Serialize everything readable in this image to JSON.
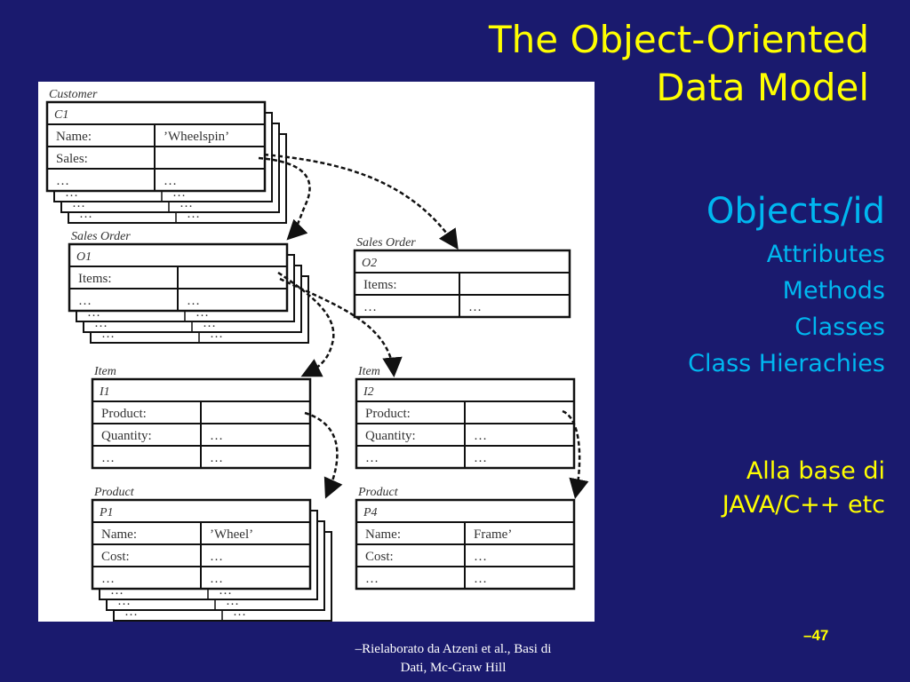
{
  "slide": {
    "title_line1": "The Object-Oriented",
    "title_line2": "Data Model",
    "topic": "Objects/id",
    "topics": [
      "Attributes",
      "Methods",
      "Classes",
      "Class Hierachies"
    ],
    "note_line1": "Alla base di",
    "note_line2": "JAVA/C++ etc",
    "page_number": "–47",
    "credit_line1": "–Rielaborato da Atzeni et al., Basi di",
    "credit_line2": "Dati, Mc-Graw Hill",
    "colors": {
      "background": "#1a1a6e",
      "title": "#ffff00",
      "accent": "#00b7f0"
    }
  },
  "diagram": {
    "boxes": [
      {
        "class": "Customer",
        "id": "C1",
        "rows": [
          [
            "Name:",
            "’Wheelspin’"
          ],
          [
            "Sales:",
            ""
          ],
          [
            "…",
            "…"
          ]
        ],
        "stacked": true
      },
      {
        "class": "Sales Order",
        "id": "O1",
        "rows": [
          [
            "Items:",
            ""
          ],
          [
            "…",
            "…"
          ]
        ],
        "stacked": true
      },
      {
        "class": "Sales Order",
        "id": "O2",
        "rows": [
          [
            "Items:",
            ""
          ],
          [
            "…",
            "…"
          ]
        ],
        "stacked": false
      },
      {
        "class": "Item",
        "id": "I1",
        "rows": [
          [
            "Product:",
            ""
          ],
          [
            "Quantity:",
            "…"
          ],
          [
            "…",
            "…"
          ]
        ],
        "stacked": false
      },
      {
        "class": "Item",
        "id": "I2",
        "rows": [
          [
            "Product:",
            ""
          ],
          [
            "Quantity:",
            "…"
          ],
          [
            "…",
            "…"
          ]
        ],
        "stacked": false
      },
      {
        "class": "Product",
        "id": "P1",
        "rows": [
          [
            "Name:",
            "’Wheel’"
          ],
          [
            "Cost:",
            "…"
          ],
          [
            "…",
            "…"
          ]
        ],
        "stacked": true
      },
      {
        "class": "Product",
        "id": "P4",
        "rows": [
          [
            "Name:",
            "Frame’"
          ],
          [
            "Cost:",
            "…"
          ],
          [
            "…",
            "…"
          ]
        ],
        "stacked": false
      }
    ],
    "stack_row_text": "…"
  }
}
